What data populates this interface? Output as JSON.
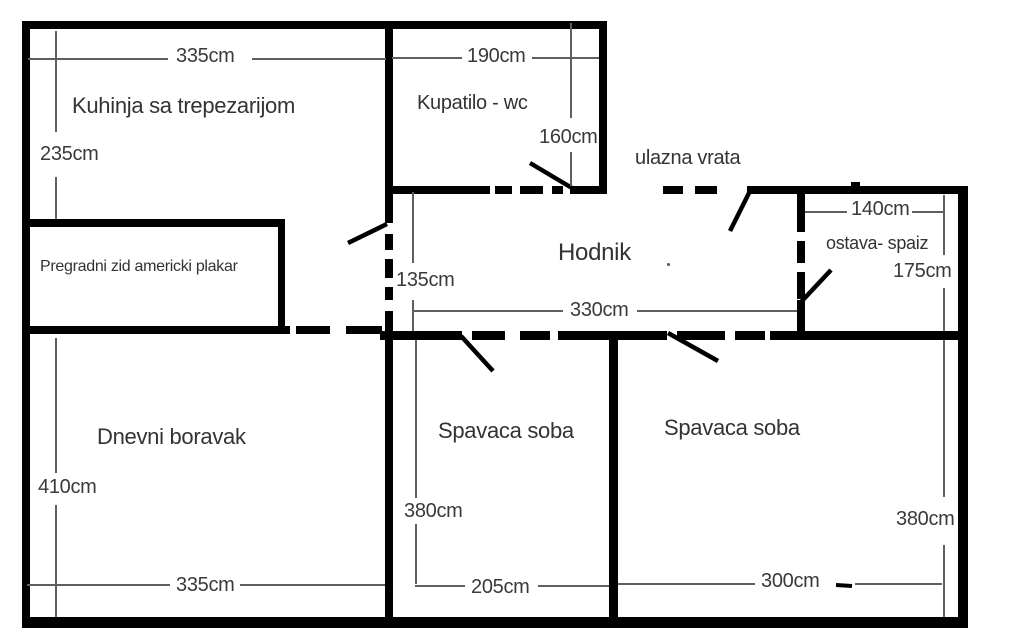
{
  "diagram": {
    "type": "apartment-floor-plan",
    "background_color": "#ffffff",
    "wall_color": "#000000",
    "dimension_line_color": "#5f5f5f",
    "text_color": "#333333"
  },
  "rooms": {
    "kitchen": {
      "label": "Kuhinja sa trepezarijom",
      "width": "335cm",
      "height": "235cm"
    },
    "bathroom": {
      "label": "Kupatilo - wc",
      "width": "190cm",
      "height": "160cm"
    },
    "hallway": {
      "label": "Hodnik",
      "length": "330cm",
      "width": "135cm"
    },
    "pantry": {
      "label": "ostava- spaiz",
      "width": "140cm",
      "height": "175cm"
    },
    "living_room": {
      "label": "Dnevni boravak",
      "width": "335cm",
      "height": "410cm"
    },
    "bedroom_middle": {
      "label": "Spavaca soba",
      "width": "205cm",
      "height": "380cm"
    },
    "bedroom_right": {
      "label": "Spavaca soba",
      "width": "300cm",
      "height": "380cm"
    },
    "partition": {
      "label": "Pregradni zid americki plakar"
    },
    "entrance": {
      "label": "ulazna vrata"
    }
  }
}
